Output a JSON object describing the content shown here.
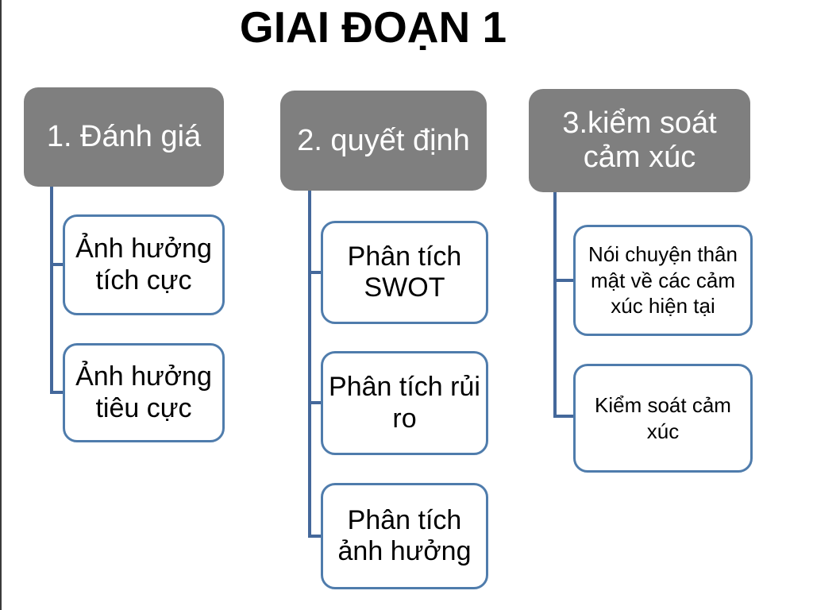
{
  "title": "GIAI ĐOẠN 1",
  "colors": {
    "header_bg": "#7f7f7f",
    "header_text": "#ffffff",
    "child_border": "#4f7cac",
    "child_text": "#000000",
    "connector": "#44689b",
    "title_text": "#000000",
    "background": "#ffffff"
  },
  "columns": [
    {
      "header": "1. Đánh giá",
      "children": [
        "Ảnh hưởng tích cực",
        "Ảnh hưởng tiêu cực"
      ]
    },
    {
      "header": "2. quyết định",
      "children": [
        "Phân tích SWOT",
        "Phân tích rủi ro",
        "Phân tích ảnh hưởng"
      ]
    },
    {
      "header": "3.kiểm soát cảm xúc",
      "children": [
        "Nói chuyện thân mật về các cảm xúc hiện tại",
        "Kiểm soát cảm xúc"
      ]
    }
  ]
}
